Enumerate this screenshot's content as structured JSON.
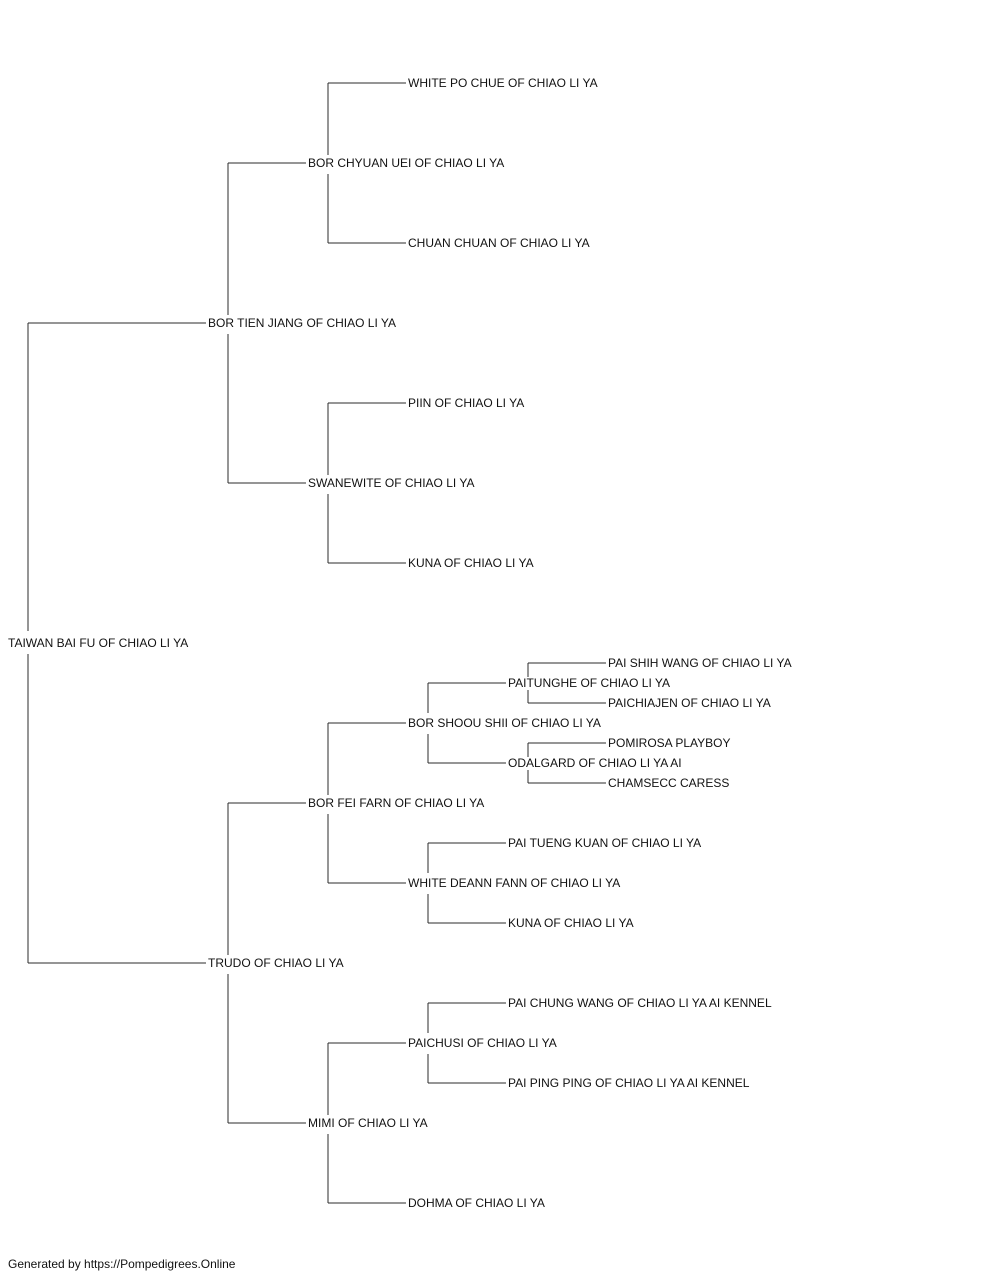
{
  "pedigree": {
    "name": "TAIWAN BAI FU OF CHIAO LI YA",
    "sire": {
      "name": "BOR TIEN JIANG OF CHIAO LI YA",
      "sire": {
        "name": "BOR CHYUAN UEI OF CHIAO LI YA",
        "sire": {
          "name": "WHITE PO CHUE OF CHIAO LI YA"
        },
        "dam": {
          "name": "CHUAN CHUAN OF CHIAO LI YA"
        }
      },
      "dam": {
        "name": "SWANEWITE OF CHIAO LI YA",
        "sire": {
          "name": "PIIN OF CHIAO LI YA"
        },
        "dam": {
          "name": "KUNA OF CHIAO LI YA"
        }
      }
    },
    "dam": {
      "name": "TRUDO OF CHIAO LI YA",
      "sire": {
        "name": "BOR FEI FARN OF CHIAO LI YA",
        "sire": {
          "name": "BOR SHOOU SHII OF CHIAO LI YA",
          "sire": {
            "name": "PAITUNGHE OF CHIAO LI YA",
            "sire": {
              "name": "PAI SHIH WANG OF CHIAO LI YA"
            },
            "dam": {
              "name": "PAICHIAJEN OF CHIAO LI YA"
            }
          },
          "dam": {
            "name": "ODALGARD OF CHIAO LI YA AI",
            "sire": {
              "name": "POMIROSA PLAYBOY"
            },
            "dam": {
              "name": "CHAMSECC CARESS"
            }
          }
        },
        "dam": {
          "name": "WHITE DEANN FANN OF CHIAO LI YA",
          "sire": {
            "name": "PAI TUENG KUAN OF CHIAO LI YA"
          },
          "dam": {
            "name": "KUNA OF CHIAO LI YA"
          }
        }
      },
      "dam": {
        "name": "MIMI OF CHIAO LI YA",
        "sire": {
          "name": "PAICHUSI OF CHIAO LI YA",
          "sire": {
            "name": "PAI CHUNG WANG OF CHIAO LI YA AI KENNEL"
          },
          "dam": {
            "name": "PAI PING PING OF CHIAO LI YA AI KENNEL"
          }
        },
        "dam": {
          "name": "DOHMA OF CHIAO LI YA"
        }
      }
    }
  },
  "footer": "Generated by https://Pompedigrees.Online"
}
